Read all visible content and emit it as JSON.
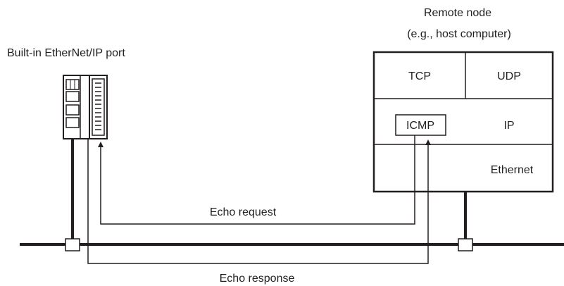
{
  "port_label": "Built-in EtherNet/IP port",
  "remote_node": {
    "title_line1": "Remote node",
    "title_line2": "(e.g., host computer)",
    "layers": {
      "tcp": "TCP",
      "udp": "UDP",
      "icmp": "ICMP",
      "ip": "IP",
      "ethernet": "Ethernet"
    }
  },
  "messages": {
    "request": "Echo request",
    "response": "Echo response"
  }
}
